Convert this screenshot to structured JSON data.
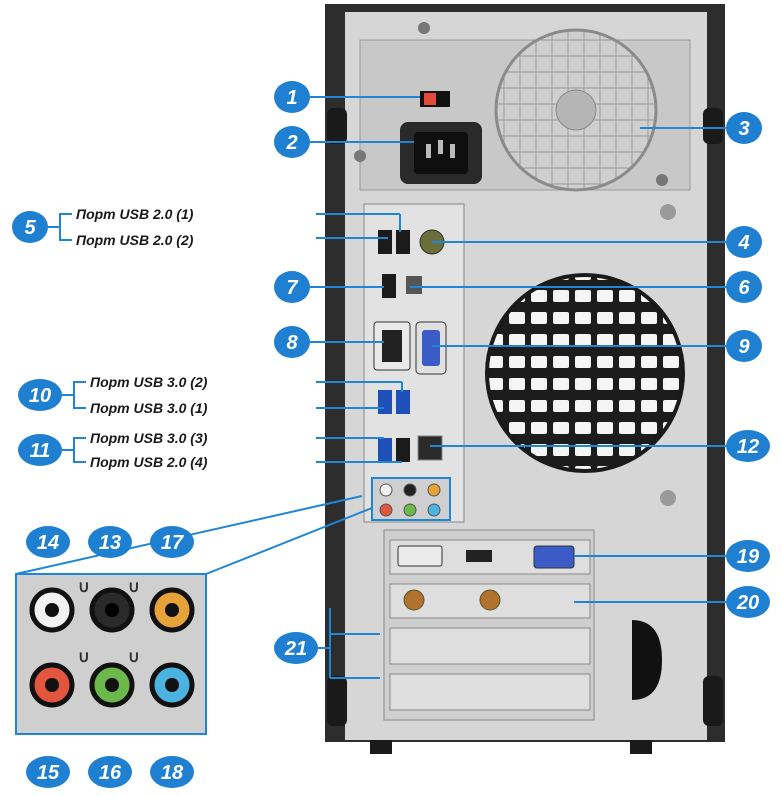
{
  "colors": {
    "badge": "#1f7fd0",
    "leader": "#1f86d6",
    "case_frame": "#2d2d2d",
    "panel": "#d9d9d9",
    "audio_pink": "#e2553f",
    "audio_green": "#6db84a",
    "audio_blue": "#4cb3e0",
    "audio_orange": "#e8a23a",
    "audio_white": "#f2f2f2",
    "audio_black": "#222222"
  },
  "callouts": [
    {
      "id": "c1",
      "number": "1"
    },
    {
      "id": "c2",
      "number": "2"
    },
    {
      "id": "c3",
      "number": "3"
    },
    {
      "id": "c4",
      "number": "4"
    },
    {
      "id": "c5",
      "number": "5"
    },
    {
      "id": "c6",
      "number": "6"
    },
    {
      "id": "c7",
      "number": "7"
    },
    {
      "id": "c8",
      "number": "8"
    },
    {
      "id": "c9",
      "number": "9"
    },
    {
      "id": "c10",
      "number": "10"
    },
    {
      "id": "c11",
      "number": "11"
    },
    {
      "id": "c12",
      "number": "12"
    },
    {
      "id": "c13",
      "number": "13"
    },
    {
      "id": "c14",
      "number": "14"
    },
    {
      "id": "c15",
      "number": "15"
    },
    {
      "id": "c16",
      "number": "16"
    },
    {
      "id": "c17",
      "number": "17"
    },
    {
      "id": "c18",
      "number": "18"
    },
    {
      "id": "c19",
      "number": "19"
    },
    {
      "id": "c20",
      "number": "20"
    },
    {
      "id": "c21",
      "number": "21"
    }
  ],
  "labels": {
    "usb20_1": "Порт USB 2.0 (1)",
    "usb20_2": "Порт USB 2.0 (2)",
    "usb30_2": "Порт USB 3.0 (2)",
    "usb30_1": "Порт USB 3.0 (1)",
    "usb30_3": "Порт USB 3.0 (3)",
    "usb20_4": "Порт USB 2.0 (4)"
  }
}
